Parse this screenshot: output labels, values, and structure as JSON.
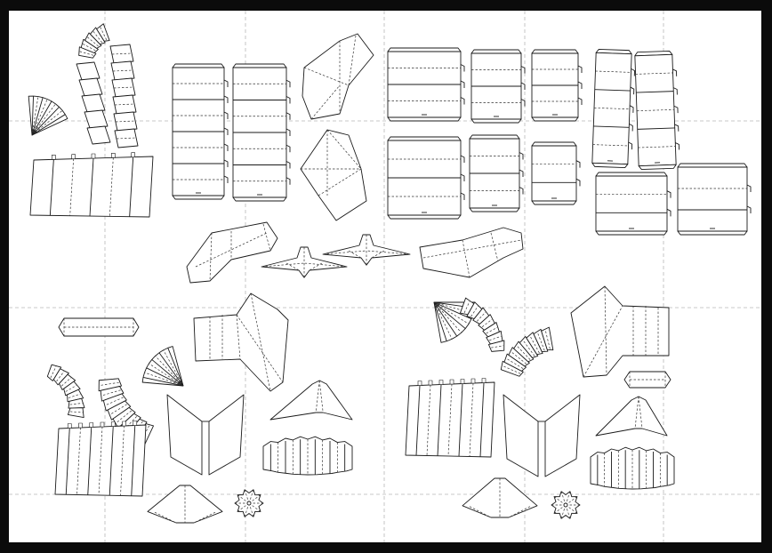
{
  "sheet": {
    "background": "#ffffff",
    "frame": "#0b0b0b",
    "grid_color": "#b8b8b8",
    "line_color": "#1a1a1a",
    "fold_color": "#333333"
  },
  "parts": [
    {
      "name": "fan-piece-top-left",
      "kind": "fan"
    },
    {
      "name": "elbow-segment-a",
      "kind": "elbow"
    },
    {
      "name": "elbow-segment-b",
      "kind": "elbow"
    },
    {
      "name": "pleated-strip-top-left",
      "kind": "pleated"
    },
    {
      "name": "box-tube-a",
      "kind": "tube"
    },
    {
      "name": "box-tube-b",
      "kind": "tube"
    },
    {
      "name": "wedge-net-top",
      "kind": "wedge"
    },
    {
      "name": "wedge-net-mid",
      "kind": "wedge"
    },
    {
      "name": "box-net-row1",
      "kind": "box"
    },
    {
      "name": "box-net-row2",
      "kind": "box"
    },
    {
      "name": "tall-tube-right",
      "kind": "tube"
    },
    {
      "name": "flat-box-right",
      "kind": "box"
    },
    {
      "name": "pipe-elbow-center",
      "kind": "elbow"
    },
    {
      "name": "bird-net-a",
      "kind": "wing"
    },
    {
      "name": "bird-net-b",
      "kind": "wing"
    },
    {
      "name": "pipe-elbow-right",
      "kind": "elbow"
    },
    {
      "name": "capsule-left",
      "kind": "capsule"
    },
    {
      "name": "curved-caterpillar-left",
      "kind": "curve"
    },
    {
      "name": "fan-piece-bottom-left",
      "kind": "fan"
    },
    {
      "name": "bellows-duct-left",
      "kind": "duct"
    },
    {
      "name": "pleated-strip-bottom-left",
      "kind": "pleated"
    },
    {
      "name": "v-fold-left",
      "kind": "vfold"
    },
    {
      "name": "tent-left",
      "kind": "tent"
    },
    {
      "name": "ruffle-left",
      "kind": "ruffle"
    },
    {
      "name": "roof-left",
      "kind": "roof"
    },
    {
      "name": "rosette-left",
      "kind": "rosette"
    },
    {
      "name": "fan-piece-bottom-right",
      "kind": "fan"
    },
    {
      "name": "curved-caterpillar-right",
      "kind": "curve"
    },
    {
      "name": "bellows-duct-right",
      "kind": "duct"
    },
    {
      "name": "capsule-right",
      "kind": "capsule"
    },
    {
      "name": "pleated-strip-bottom-right",
      "kind": "pleated"
    },
    {
      "name": "v-fold-right",
      "kind": "vfold"
    },
    {
      "name": "tent-right",
      "kind": "tent"
    },
    {
      "name": "ruffle-right",
      "kind": "ruffle"
    },
    {
      "name": "roof-right",
      "kind": "roof"
    },
    {
      "name": "rosette-right",
      "kind": "rosette"
    }
  ]
}
